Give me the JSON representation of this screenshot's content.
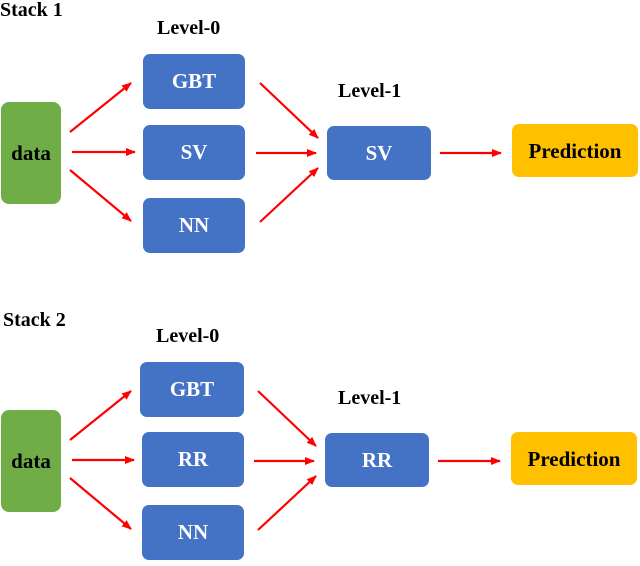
{
  "stacks": [
    {
      "title": "Stack 1",
      "level0_label": "Level-0",
      "level1_label": "Level-1",
      "input": "data",
      "level0_models": [
        "GBT",
        "SV",
        "NN"
      ],
      "level1_model": "SV",
      "output": "Prediction"
    },
    {
      "title": "Stack 2",
      "level0_label": "Level-0",
      "level1_label": "Level-1",
      "input": "data",
      "level0_models": [
        "GBT",
        "RR",
        "NN"
      ],
      "level1_model": "RR",
      "output": "Prediction"
    }
  ],
  "colors": {
    "data_box": "#70ad47",
    "model_box": "#4472c4",
    "prediction_box": "#ffc000",
    "arrow": "#ff0000"
  }
}
